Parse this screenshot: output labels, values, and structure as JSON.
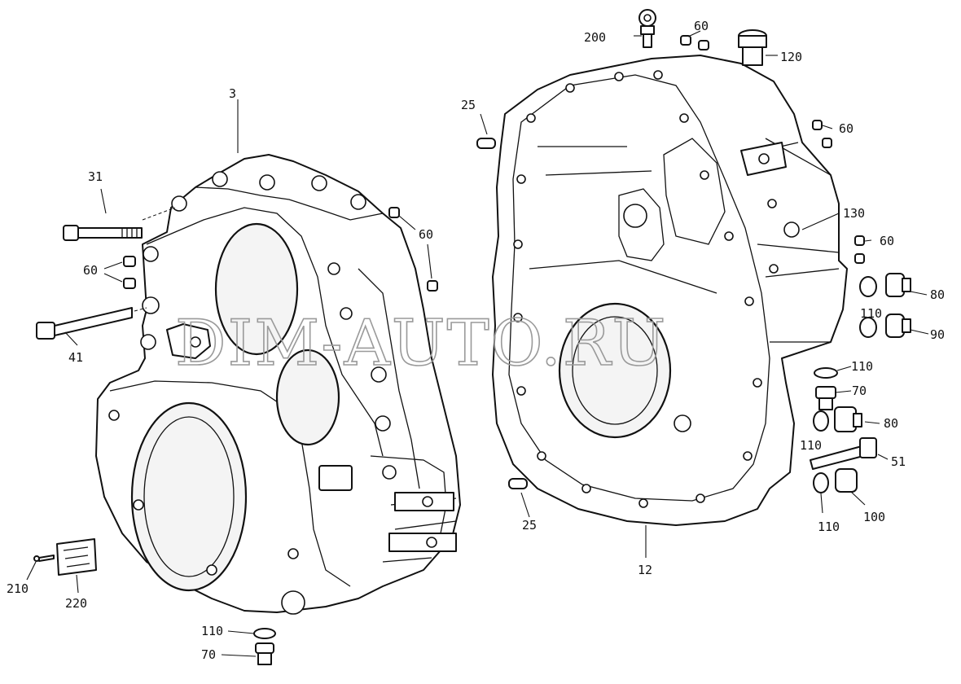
{
  "watermark": "DIM-AUTO.RU",
  "callouts": {
    "c3": "3",
    "c31": "31",
    "c41": "41",
    "c60_a": "60",
    "c60_b": "60",
    "c60_c": "60",
    "c60_d": "60",
    "c60_e": "60",
    "c200": "200",
    "c120": "120",
    "c25_a": "25",
    "c25_b": "25",
    "c130": "130",
    "c80_a": "80",
    "c80_b": "80",
    "c90": "90",
    "c110_a": "110",
    "c110_b": "110",
    "c110_c": "110",
    "c110_d": "110",
    "c110_e": "110",
    "c70_a": "70",
    "c70_b": "70",
    "c51": "51",
    "c100": "100",
    "c12": "12",
    "c210": "210",
    "c220": "220"
  }
}
